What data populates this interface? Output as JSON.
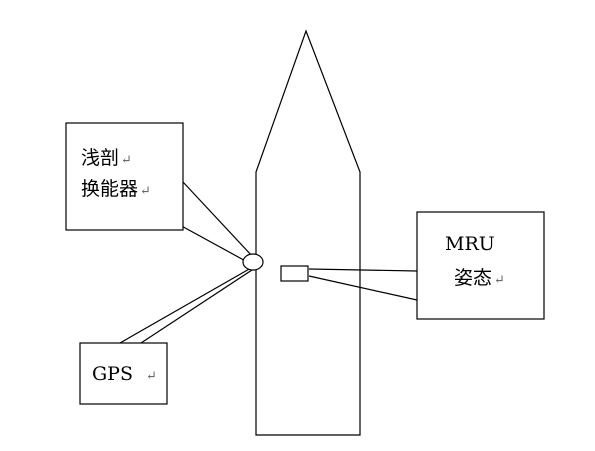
{
  "labels": {
    "transducer_line1": "浅剖",
    "transducer_line2": "换能器",
    "mru_line1": "MRU",
    "mru_line2": "姿态",
    "gps": "GPS"
  },
  "return_mark": "↵",
  "colors": {
    "stroke": "#000000",
    "background": "#ffffff",
    "return_mark": "#666666"
  }
}
